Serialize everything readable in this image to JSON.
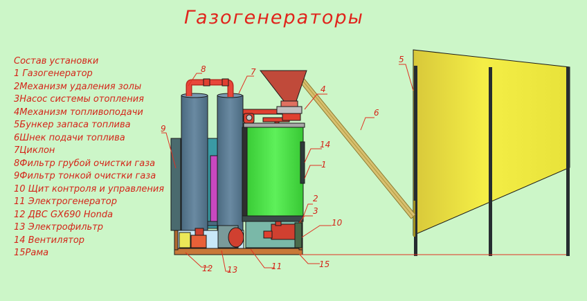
{
  "title": "Газогенераторы",
  "legend": [
    "Состав установки",
    "1 Газогенератор",
    "2Механизм удаления золы",
    "3Насос системы отопления",
    "4Механизм топливоподачи",
    "5Бункер запаса топлива",
    "6Шнек подачи топлива",
    "7Циклон",
    "8Фильтр грубой очистки газа",
    "9Фильтр тонкой очистки газа",
    "10 Щит контроля и управления",
    "11 Электрогенератор",
    "12 ДВС GX690 Honda",
    "13 Электрофильтр",
    "14 Вентилятор",
    "15Рама"
  ],
  "callouts": [
    "1",
    "2",
    "3",
    "4",
    "5",
    "6",
    "7",
    "8",
    "9",
    "10",
    "11",
    "12",
    "13",
    "14",
    "15"
  ],
  "colors": {
    "background": "#ccf6c8",
    "text": "#d42418",
    "filter_columns": "#5e7e96",
    "gasifier": "#44e040",
    "bunker": "#f0ec40",
    "piping": "#e04030",
    "hopper": "#c04a3a",
    "auger": "#d8c070",
    "frame": "#c87838"
  }
}
